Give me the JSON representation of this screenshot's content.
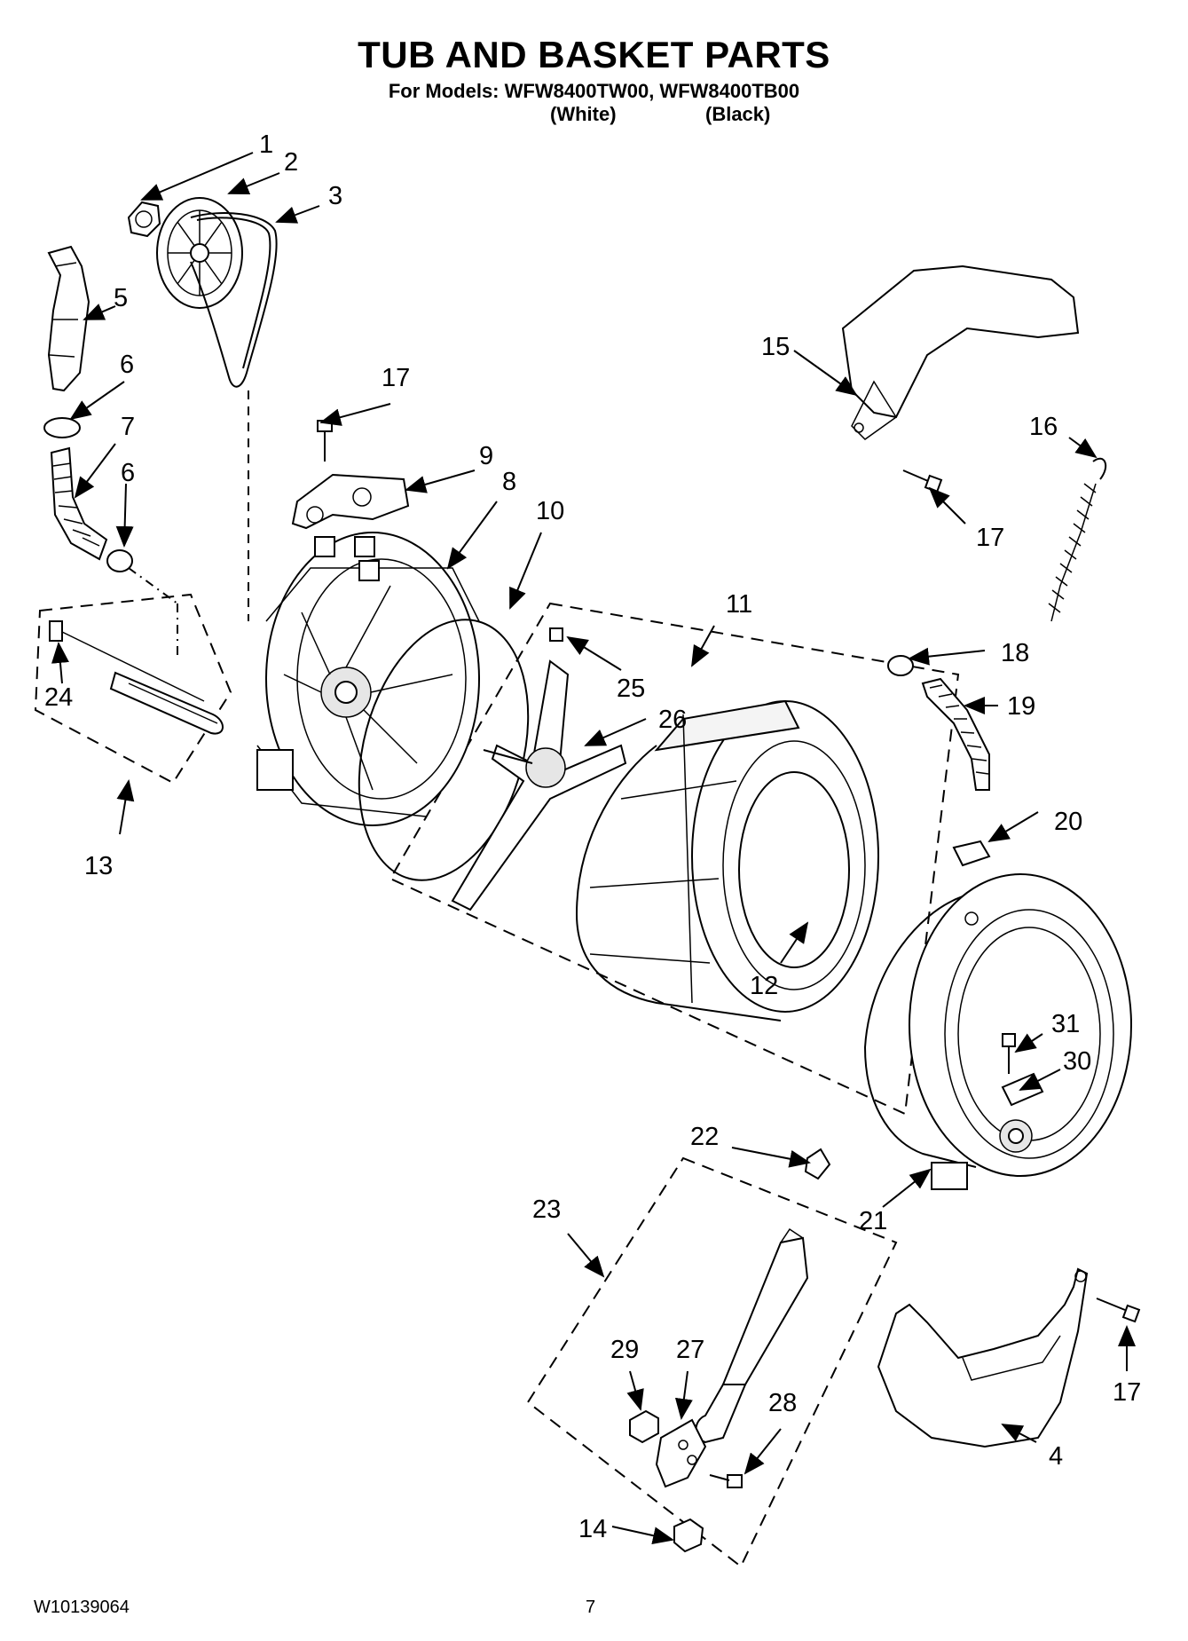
{
  "header": {
    "title": "TUB AND BASKET PARTS",
    "models_line": "For Models: WFW8400TW00, WFW8400TB00",
    "color_white": "(White)",
    "color_black": "(Black)"
  },
  "callouts": [
    {
      "id": "c1",
      "label": "1"
    },
    {
      "id": "c2",
      "label": "2"
    },
    {
      "id": "c3",
      "label": "3"
    },
    {
      "id": "c4",
      "label": "4"
    },
    {
      "id": "c5",
      "label": "5"
    },
    {
      "id": "c6a",
      "label": "6"
    },
    {
      "id": "c6b",
      "label": "6"
    },
    {
      "id": "c7",
      "label": "7"
    },
    {
      "id": "c8",
      "label": "8"
    },
    {
      "id": "c9",
      "label": "9"
    },
    {
      "id": "c10",
      "label": "10"
    },
    {
      "id": "c11",
      "label": "11"
    },
    {
      "id": "c12",
      "label": "12"
    },
    {
      "id": "c13",
      "label": "13"
    },
    {
      "id": "c14",
      "label": "14"
    },
    {
      "id": "c15",
      "label": "15"
    },
    {
      "id": "c16",
      "label": "16"
    },
    {
      "id": "c17a",
      "label": "17"
    },
    {
      "id": "c17b",
      "label": "17"
    },
    {
      "id": "c17c",
      "label": "17"
    },
    {
      "id": "c18",
      "label": "18"
    },
    {
      "id": "c19",
      "label": "19"
    },
    {
      "id": "c20",
      "label": "20"
    },
    {
      "id": "c21",
      "label": "21"
    },
    {
      "id": "c22",
      "label": "22"
    },
    {
      "id": "c23",
      "label": "23"
    },
    {
      "id": "c24",
      "label": "24"
    },
    {
      "id": "c25",
      "label": "25"
    },
    {
      "id": "c26",
      "label": "26"
    },
    {
      "id": "c27",
      "label": "27"
    },
    {
      "id": "c28",
      "label": "28"
    },
    {
      "id": "c29",
      "label": "29"
    },
    {
      "id": "c30",
      "label": "30"
    },
    {
      "id": "c31",
      "label": "31"
    }
  ],
  "footer": {
    "doc_number": "W10139064",
    "page_number": "7"
  }
}
